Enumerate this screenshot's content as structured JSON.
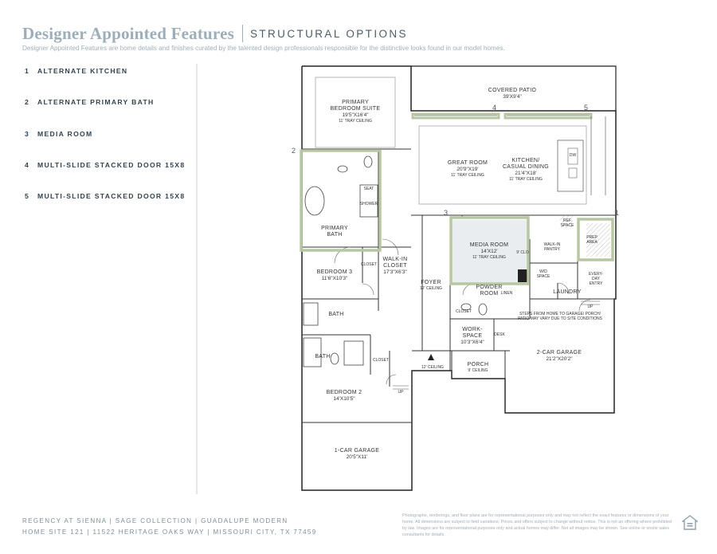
{
  "header": {
    "title": "Designer Appointed Features",
    "subtitle": "STRUCTURAL OPTIONS",
    "intro": "Designer Appointed Features are home details and finishes curated by the talented design professionals responsible for the distinctive looks found in our model homes."
  },
  "options": [
    {
      "num": "1",
      "label": "ALTERNATE KITCHEN"
    },
    {
      "num": "2",
      "label": "ALTERNATE PRIMARY BATH"
    },
    {
      "num": "3",
      "label": "MEDIA ROOM"
    },
    {
      "num": "4",
      "label": "MULTI-SLIDE STACKED DOOR 15X8"
    },
    {
      "num": "5",
      "label": "MULTI-SLIDE STACKED DOOR 15X8"
    }
  ],
  "plan": {
    "highlight_color": "#b7c8a0",
    "tags": [
      "1",
      "2",
      "3",
      "4",
      "5"
    ],
    "rooms": {
      "covered_patio": {
        "name": "COVERED PATIO",
        "dims": "39'X9'4\""
      },
      "primary_suite": {
        "name1": "PRIMARY",
        "name2": "BEDROOM SUITE",
        "dims": "19'5\"X16'4\"",
        "note": "11' TRAY CEILING"
      },
      "great_room": {
        "name": "GREAT ROOM",
        "dims": "20'9\"X19'",
        "note": "11' TRAY CEILING"
      },
      "kitchen": {
        "name1": "KITCHEN/",
        "name2": "CASUAL DINING",
        "dims": "21'4\"X18'",
        "note": "11' TRAY CEILING"
      },
      "primary_bath": {
        "name1": "PRIMARY",
        "name2": "BATH",
        "seat": "SEAT",
        "shower": "SHOWER"
      },
      "media_room": {
        "name": "MEDIA ROOM",
        "dims": "14'X12'",
        "note": "11' TRAY CEILING",
        "closet": "9' CLO"
      },
      "walkin_pantry": {
        "name1": "WALK-IN",
        "name2": "PANTRY"
      },
      "prep_area": {
        "name1": "PREP",
        "name2": "AREA"
      },
      "ref_space": {
        "name1": "REF",
        "name2": "SPACE"
      },
      "dw": "DW",
      "bedroom3": {
        "name": "BEDROOM 3",
        "dims": "11'6\"X10'3\"",
        "closet": "CLOSET"
      },
      "walkin_closet": {
        "name1": "WALK-IN",
        "name2": "CLOSET",
        "dims": "17'3\"X6'3\""
      },
      "foyer": {
        "name": "FOYER",
        "note": "12' CEILING"
      },
      "powder_room": {
        "name1": "POWDER",
        "name2": "ROOM",
        "linen": "LINEN",
        "closet": "CLOSET"
      },
      "wd_space": {
        "name1": "W/D",
        "name2": "SPACE"
      },
      "laundry": {
        "name": "LAUNDRY"
      },
      "everyday_entry": {
        "name1": "EVERY-",
        "name2": "DAY",
        "name3": "ENTRY"
      },
      "up1": "UP",
      "up2": "UP",
      "steps_note": {
        "line1": "STEPS FROM HOME TO GARAGE/ PORCH/",
        "line2": "PATIO MAY VARY DUE TO SITE CONDITIONS"
      },
      "bath_upper": "BATH",
      "bath_lower": "BATH",
      "closet_b2": "CLOSET",
      "workspace": {
        "name1": "WORK-",
        "name2": "SPACE",
        "dims": "10'3\"X6'4\"",
        "desk": "DESK"
      },
      "two_car_garage": {
        "name": "2-CAR GARAGE",
        "dims": "21'2\"X20'2\""
      },
      "ceiling_12": "12' CEILING",
      "porch": {
        "name": "PORCH",
        "note": "9' CEILING"
      },
      "bedroom2": {
        "name": "BEDROOM 2",
        "dims": "14'X10'5\""
      },
      "one_car_garage": {
        "name": "1-CAR GARAGE",
        "dims": "20'5\"X11'"
      }
    }
  },
  "footer": {
    "line1": "REGENCY AT SIENNA  |  SAGE COLLECTION  |  GUADALUPE MODERN",
    "line2": "HOME SITE 121  |  11522 HERITAGE OAKS WAY  |  MISSOURI CITY, TX 77459",
    "disclaimer": "Photographs, renderings, and floor plans are for representational purposes only and may not reflect the exact features or dimensions of your home. All dimensions are subject to field variations. Prices and offers subject to change without notice. This is not an offering where prohibited by law. Images are for representational purposes only and actual homes may differ. Not all images may be shown. See online or onsite sales consultants for details."
  },
  "icons": {
    "equal_housing": "equal-housing-icon"
  }
}
